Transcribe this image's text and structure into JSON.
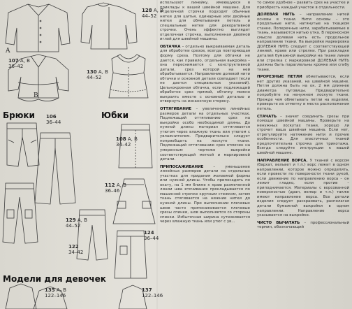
{
  "section_headings": {
    "trousers": "Брюки",
    "skirts": "Юбки",
    "girls": "Модели для девочек"
  },
  "letters": [
    "A",
    "B"
  ],
  "model_labels": [
    {
      "id": "107",
      "sizes": "A, B",
      "range": "36–42"
    },
    {
      "id": "128",
      "sizes": "A, B",
      "range": "44–52"
    },
    {
      "id": "130",
      "sizes": "A, B",
      "range": "44–52"
    },
    {
      "id": "106",
      "sizes": "",
      "range": "36–44"
    },
    {
      "id": "108",
      "sizes": "A, B",
      "range": "34–42"
    },
    {
      "id": "112",
      "sizes": "A, B",
      "range": "36–46"
    },
    {
      "id": "129",
      "sizes": "A, B",
      "range": "44–52"
    },
    {
      "id": "124",
      "sizes": "",
      "range": "36–44"
    },
    {
      "id": "122",
      "sizes": "",
      "range": "34–42"
    },
    {
      "id": "135",
      "sizes": "A, B",
      "range": "122–146"
    },
    {
      "id": "137",
      "sizes": "",
      "range": "122–146"
    }
  ],
  "text_middle": {
    "p0": "используют линейку, имеющуюся в приклады к вашей швейной машине. Для отделочной строчки подходят обычные нитки для шитья, одинарные или двойные нитки для обметывания петель и специальные нитки для декоративной строчки. Очень эффектно выглядит отделочная строчка, выполненная двойной иглой для швейной машины.",
    "t1": "ОБТАЧКА",
    "p1": " – отдельно выкраиваемая деталь для обработки срезов, всегда повторяющая форму среза. Поэтому для обтачки не дается, как правило, отдельная выкройка – она переснимается с конструктивной детали, срез которой на ней обрабатывается. Направление долевой нити обтачки и основной детали совпадает (если не дается специальных указаний).",
    "p1b": " Цельнокроеная обтачка, если подлежащий обработке срез прямой, обтачку можно выкроить вместе с основной деталью и отвернуть на изнаночную сторону.",
    "t2": "ОТТЯГИВАНИЕ",
    "p2": " – увеличение линейных размеров детали на отдельных участках. Подлежащий оттягиванию срез на выкройке особо необходимой длины. До нужной длины материал оттягивается утюгом через влажную ткань или утюгом с увлажнителем. Предварительно следует поприобщить на лоскуте ткани. Подлежащий оттягиванию срез отмечен на умеренным чертеже выкройки соответствующей меткой и маркировкой детали.",
    "t3": "ПРИПОСАЖИВАНИЕ",
    "p3": " – уменьшение линейных размеров детали на отдельных участках для придания желаемой формы или нужной длины. Чтобы припосадить по окату, на 1 мм ближе к краю размеченной линии шва вточивания прокладывается по машинной строчке крупным стежком, затем ткань стягивается на нижние нитки до нужной длины. При выполнении плечевых швов часто припосаживается плечевые срезы спинки, шов выполняется со стороны спинки. Избыточная ширина сутюживается через влажную ткань или утюг с ув..."
  },
  "text_right": {
    "p0": "то самое удобное – развить срез на участке и приобресть каждый участок в отдельности.",
    "t1": "ДОЛЕВАЯ НИТЬ",
    "p1": " – направление нитей основы в ткани. Нити основы – это продольные нити, натянутые на ткацком станке. Поперечные нити, зарабатываемые в ткань, называются нитью утка. В переносном смысле долевая нить есть продольное направление ткани. На выкройке маркировка ДОЛЕВАЯ НИТЬ следует с соответствующей линией, краев или стрелки. При раскладке деталей бумажной выкройки на ткани линия или стрелка с маркировкой ДОЛЕВАЯ НИТЬ должны быть параллельны кромке или сгибу ткани.",
    "t2": "ПРОРЕЗНЫЕ ПЕТЛИ",
    "p2": " обметываются, если нет других указаний, на швейной машине. Петля должна быть на ок. 2 мм длиннее диаметра пуговицы. Предварительно попробуйте на ненужном лоскуте ткани. Прежде чем обметывать петли на изделии, проверьте их отметку и места расположения петель.",
    "t3": "СТАЧАТЬ",
    "p3": " – значит соединить срезы при помощи швейной машины. Проверьте на ненужных лоскутах ткани, хорошо ли строчит ваша швейная машина. Если нет, отрегулируйте натяжение нити и прочие особенности. Для эластичных тканей предпочтительна строчка для трикотажа. Всегда следуйте инструкции к вашей швейной машине.",
    "t4": "НАПРАВЛЕНИЕ ВОРСА.",
    "p4": " У тканей с ворсом (бархат, вельвет и т.п.) ворс лежит в одном направлении, которое можно определить, если провести по поверхности ткани рукой, если движение по направлению ворса – он лежит гладко, если против – приподнимается. Материалы с ворсованной поверхностью (драп, велюр и т.п.) также имеют направление ворса. Все детали изделия следует раскраивать, располагая детали бумажной выкройки в одном направлении. Направление ворса указывается на выкройке.",
    "t5": "ЧИСТО ВЫЧАТАТЬ",
    "p5": " – профессиональный термин, обозначающий"
  },
  "colors": {
    "paper": "#e0ded6",
    "ink": "#2a2a2a"
  }
}
